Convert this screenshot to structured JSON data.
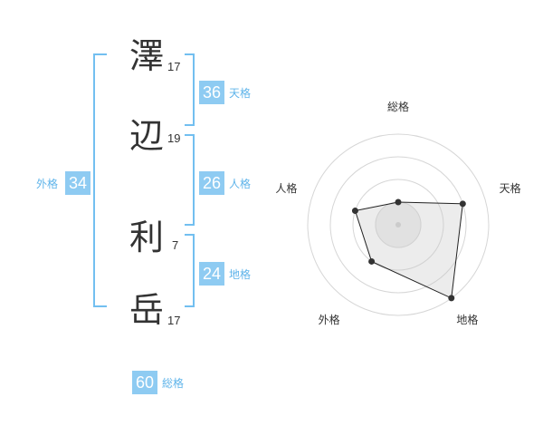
{
  "name": {
    "chars": [
      {
        "char": "澤",
        "strokes": "17"
      },
      {
        "char": "辺",
        "strokes": "19"
      },
      {
        "char": "利",
        "strokes": "7"
      },
      {
        "char": "岳",
        "strokes": "17"
      }
    ]
  },
  "fortunes": {
    "tenkaku": {
      "value": "36",
      "label": "天格"
    },
    "jinkaku": {
      "value": "26",
      "label": "人格"
    },
    "chikaku": {
      "value": "24",
      "label": "地格"
    },
    "gaikaku": {
      "value": "34",
      "label": "外格"
    },
    "soukaku": {
      "value": "60",
      "label": "総格"
    }
  },
  "colors": {
    "accent": "#8ecbf2",
    "label": "#5fb4ea",
    "bracket": "#72bff0"
  },
  "chart_data": {
    "type": "radar",
    "axes": [
      "総格",
      "天格",
      "地格",
      "外格",
      "人格"
    ],
    "levels": 4,
    "max": 4,
    "values": [
      1,
      3,
      4,
      2,
      2
    ]
  }
}
